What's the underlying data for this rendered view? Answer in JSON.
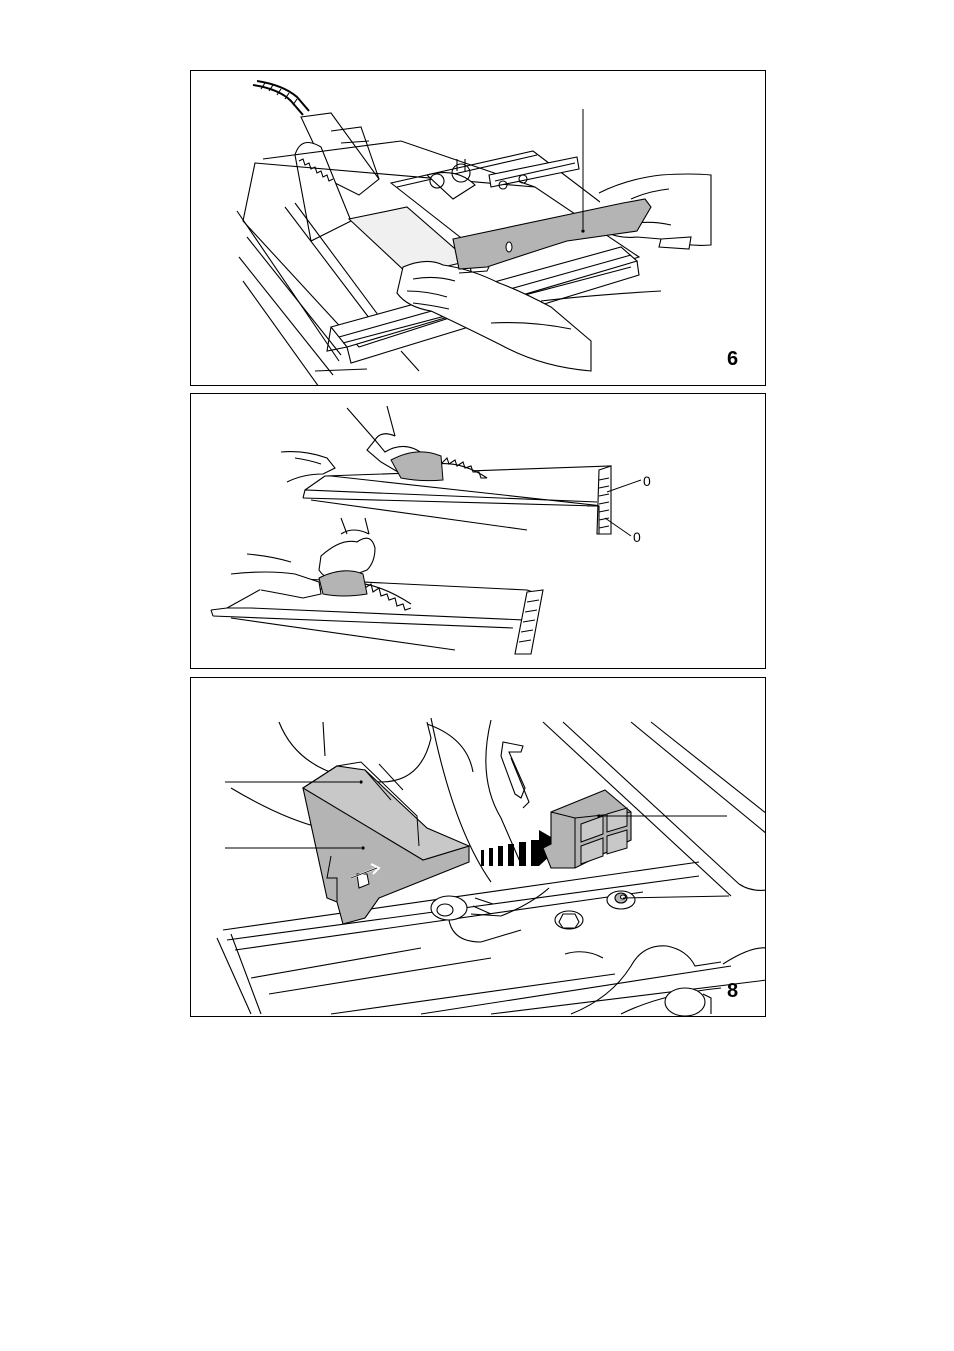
{
  "figures": [
    {
      "number": "6"
    },
    {
      "number": "",
      "scale_labels": [
        "0",
        "0"
      ]
    },
    {
      "number": "8"
    }
  ]
}
